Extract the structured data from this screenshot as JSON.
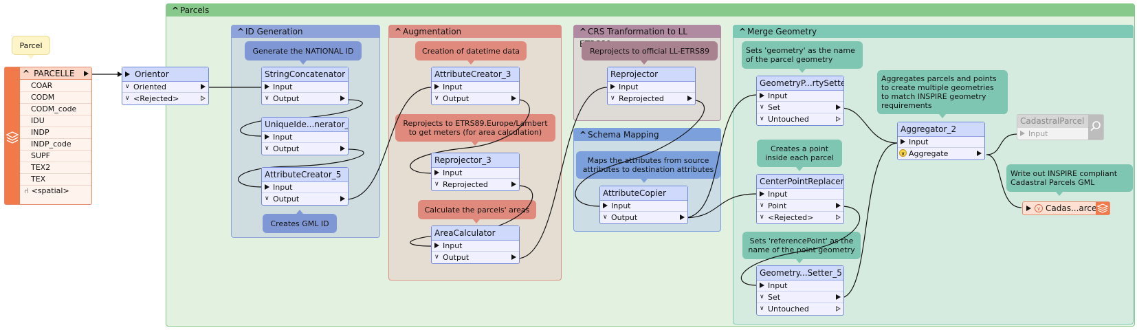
{
  "canvas": {
    "background": "#ffffff"
  },
  "bookmarks": {
    "parcels": {
      "title": "Parcels",
      "color": "#86c98a",
      "body": "#e3f1e1"
    },
    "id_generation": {
      "title": "ID Generation",
      "color": "#8ea3d9",
      "body": "#cfdde1"
    },
    "augmentation": {
      "title": "Augmentation",
      "color": "#de8f85",
      "body": "#e6ddd2"
    },
    "crs": {
      "title": "CRS Tranformation to LL ETRS89",
      "color": "#b08aa0",
      "body": "#dedad5"
    },
    "schema": {
      "title": "Schema Mapping",
      "color": "#7ba0dc",
      "body": "#cddde5"
    },
    "merge": {
      "title": "Merge Geometry",
      "color": "#7ec8b6",
      "body": "#d6ebe0"
    }
  },
  "annotations": {
    "parcel": "Parcel",
    "national_id": "Generate the NATIONAL ID",
    "gml_id": "Creates GML ID",
    "datetime": "Creation of datetime data",
    "reproj_etrs": "Reprojects to ETRS89.Europe/Lambert to get meters (for area calculation)",
    "area": "Calculate the parcels' areas",
    "reproj_ll": "Reprojects to official LL-ETRS89",
    "maps": "Maps the attributes from source attributes to destination attributes",
    "geometry_name": "Sets 'geometry' as the name of the parcel geometry",
    "aggregates": "Aggregates parcels and points to create multiple geometries to match INSPIRE geometry requirements",
    "point": "Creates a point inside each parcel",
    "refpoint": "Sets 'referencePoint' as the name of the point geometry",
    "write_out": "Write out INSPIRE compliant Cadastral Parcels GML"
  },
  "reader": {
    "name": "PARCELLE",
    "attributes": [
      "COAR",
      "CODM",
      "CODM_code",
      "IDU",
      "INDP",
      "INDP_code",
      "SUPF",
      "TEX2",
      "TEX",
      "<spatial>"
    ]
  },
  "transformers": {
    "orientor": {
      "name": "Orientor",
      "ports": [
        "Oriented",
        "<Rejected>"
      ]
    },
    "stringconcat": {
      "name": "StringConcatenator",
      "ports": [
        "Input",
        "Output"
      ]
    },
    "uniqueid": {
      "name": "UniqueIde...nerator_2",
      "ports": [
        "Input",
        "Output"
      ]
    },
    "attrcreator5": {
      "name": "AttributeCreator_5",
      "ports": [
        "Input",
        "Output"
      ]
    },
    "attrcreator3": {
      "name": "AttributeCreator_3",
      "ports": [
        "Input",
        "Output"
      ]
    },
    "reprojector3": {
      "name": "Reprojector_3",
      "ports": [
        "Input",
        "Reprojected"
      ]
    },
    "areacalc": {
      "name": "AreaCalculator",
      "ports": [
        "Input",
        "Output"
      ]
    },
    "reprojector": {
      "name": "Reprojector",
      "ports": [
        "Input",
        "Reprojected"
      ]
    },
    "attrcopier": {
      "name": "AttributeCopier",
      "ports": [
        "Input",
        "Output"
      ]
    },
    "geomsetter": {
      "name": "GeometryP...rtySetter",
      "ports": [
        "Input",
        "Set",
        "Untouched"
      ]
    },
    "centerpoint": {
      "name": "CenterPointReplacer",
      "ports": [
        "Input",
        "Point",
        "<Rejected>"
      ]
    },
    "geomsetter5": {
      "name": "Geometry...Setter_5",
      "ports": [
        "Input",
        "Set",
        "Untouched"
      ]
    },
    "aggregator": {
      "name": "Aggregator_2",
      "ports": [
        "Input",
        "Aggregate"
      ]
    }
  },
  "writer_disabled": {
    "name": "CadastralParcel",
    "port": "Input"
  },
  "writer": {
    "name": "Cadas...arcel"
  }
}
